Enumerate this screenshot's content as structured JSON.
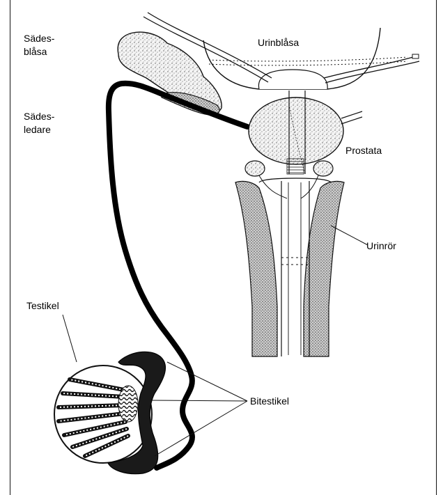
{
  "labels": {
    "seminal_vesicle": "Sädes-\nblåsa",
    "bladder": "Urinblåsa",
    "vas_deferens": "Sädes-\nledare",
    "prostate": "Prostata",
    "urethra": "Urinrör",
    "testis": "Testikel",
    "epididymis": "Bitestikel"
  },
  "colors": {
    "ink": "#111111",
    "stipple": "#7a7a7a",
    "fill_light": "#eeeeee",
    "fill_dark": "#222222"
  }
}
